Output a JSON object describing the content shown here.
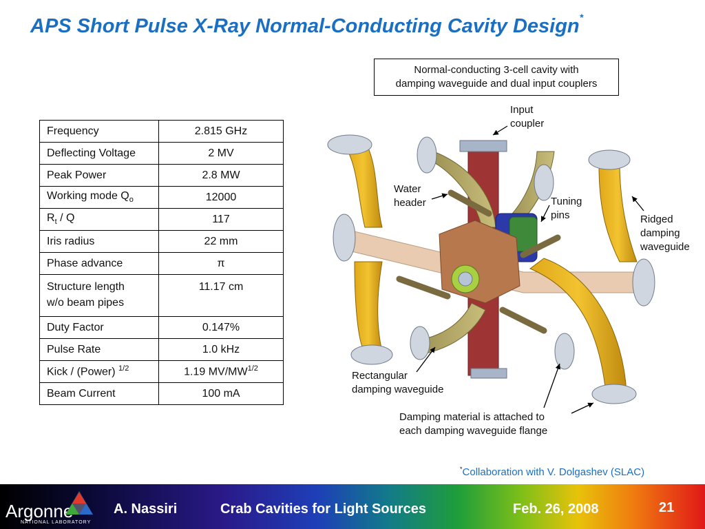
{
  "title": "APS Short Pulse X-Ray Normal-Conducting Cavity Design",
  "title_marker": "*",
  "table": [
    {
      "label": "Frequency",
      "value": "2.815 GHz"
    },
    {
      "label": "Deflecting Voltage",
      "value": "2 MV"
    },
    {
      "label": "Peak Power",
      "value": "2.8 MW"
    },
    {
      "label": "Working mode Q",
      "label_sub": "o",
      "value": "12000"
    },
    {
      "label": "R",
      "label_sub": "t",
      "label_after": " / Q",
      "value": "117"
    },
    {
      "label": "Iris radius",
      "value": "22 mm"
    },
    {
      "label": "Phase advance",
      "value": "π"
    },
    {
      "label": "Structure length",
      "label_line2": "w/o beam pipes",
      "value": "11.17 cm"
    },
    {
      "label": "Duty Factor",
      "value": "0.147%"
    },
    {
      "label": "Pulse Rate",
      "value": "1.0 kHz"
    },
    {
      "label": "Kick / (Power)",
      "label_sup": "1/2",
      "value": "1.19 MV/MW",
      "value_sup": "1/2"
    },
    {
      "label": "Beam Current",
      "value": "100 mA"
    }
  ],
  "diagram": {
    "caption_line1": "Normal-conducting 3-cell cavity with",
    "caption_line2": "damping waveguide and dual input couplers",
    "labels": {
      "input_coupler_1": "Input",
      "input_coupler_2": "coupler",
      "water_header_1": "Water",
      "water_header_2": "header",
      "tuning_pins_1": "Tuning",
      "tuning_pins_2": "pins",
      "ridged_1": "Ridged",
      "ridged_2": "damping",
      "ridged_3": "waveguide",
      "rect_1": "Rectangular",
      "rect_2": "damping waveguide",
      "damping_mat_1": "Damping material is attached to",
      "damping_mat_2": "each damping waveguide flange"
    }
  },
  "collaboration": {
    "marker": "*",
    "text": "Collaboration with V. Dolgashev (SLAC)"
  },
  "footer": {
    "logo": "Argonne",
    "logo_sub": "NATIONAL LABORATORY",
    "author": "A. Nassiri",
    "talk": "Crab Cavities for Light Sources",
    "date": "Feb. 26, 2008",
    "page": "21"
  }
}
